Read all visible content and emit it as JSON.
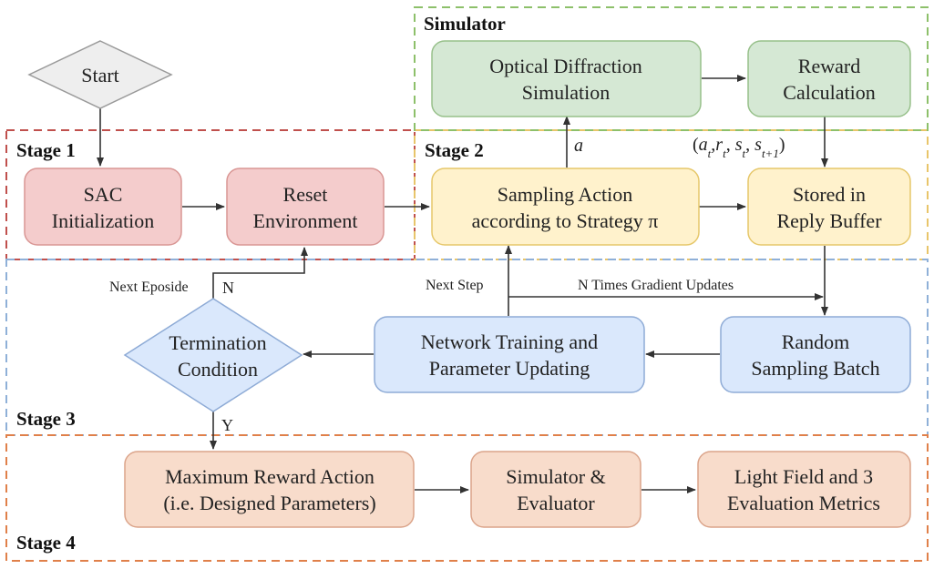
{
  "stages": {
    "stage1": "Stage 1",
    "stage2": "Stage 2",
    "stage3": "Stage 3",
    "stage4": "Stage 4",
    "simulator": "Simulator"
  },
  "nodes": {
    "start": [
      "Start"
    ],
    "sac_init": [
      "SAC",
      "Initialization"
    ],
    "reset_env": [
      "Reset",
      "Environment"
    ],
    "sampling_action": [
      "Sampling Action",
      "according to Strategy π"
    ],
    "optical_sim": [
      "Optical Diffraction",
      "Simulation"
    ],
    "reward_calc": [
      "Reward",
      "Calculation"
    ],
    "stored_buffer": [
      "Stored in",
      "Reply Buffer"
    ],
    "random_sampling": [
      "Random",
      "Sampling Batch"
    ],
    "network_training": [
      "Network Training and",
      "Parameter Updating"
    ],
    "termination": [
      "Termination",
      "Condition"
    ],
    "max_reward": [
      "Maximum Reward Action",
      "(i.e. Designed Parameters)"
    ],
    "sim_evaluator": [
      "Simulator &",
      "Evaluator"
    ],
    "light_field": [
      "Light Field and 3",
      "Evaluation Metrics"
    ]
  },
  "edge_labels": {
    "a": "a",
    "transition": "(a_t, r_t, s_t, s_t+1)",
    "next_episode": "Next Eposide",
    "n": "N",
    "y": "Y",
    "next_step": "Next Step",
    "n_times": "N Times Gradient Updates"
  },
  "colors": {
    "stage1": "#c0504d",
    "stage2": "#e8c56a",
    "stage3": "#8fb0d8",
    "stage4": "#e0804a",
    "simulator": "#8dc06a",
    "red_fill": "#f4cccc",
    "red_stroke": "#d99694",
    "yellow_fill": "#fff2cc",
    "yellow_stroke": "#e6c76a",
    "green_fill": "#d5e8d4",
    "green_stroke": "#97c08a",
    "blue_fill": "#dae8fc",
    "blue_stroke": "#8eabd6",
    "orange_fill": "#f8dccb",
    "orange_stroke": "#dba48a",
    "gray_fill": "#eeeeee",
    "gray_stroke": "#9a9a9a"
  }
}
